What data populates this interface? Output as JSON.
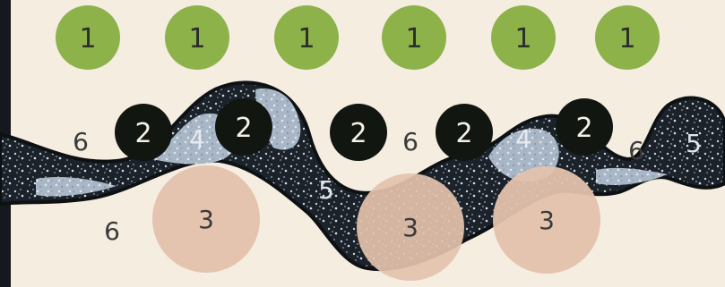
{
  "labels": {
    "c1": "1",
    "c2": "2",
    "c3": "3",
    "z4": "4",
    "z5": "5",
    "z6": "6"
  },
  "colors": {
    "background": "#f4ede0",
    "circle_1": "#8db24a",
    "circle_2": "#111611",
    "circle_3": "#e3c2ac",
    "band_dark": "#1a1f25",
    "band_light": "#a9b7c8",
    "edge_bar": "#15181c"
  }
}
